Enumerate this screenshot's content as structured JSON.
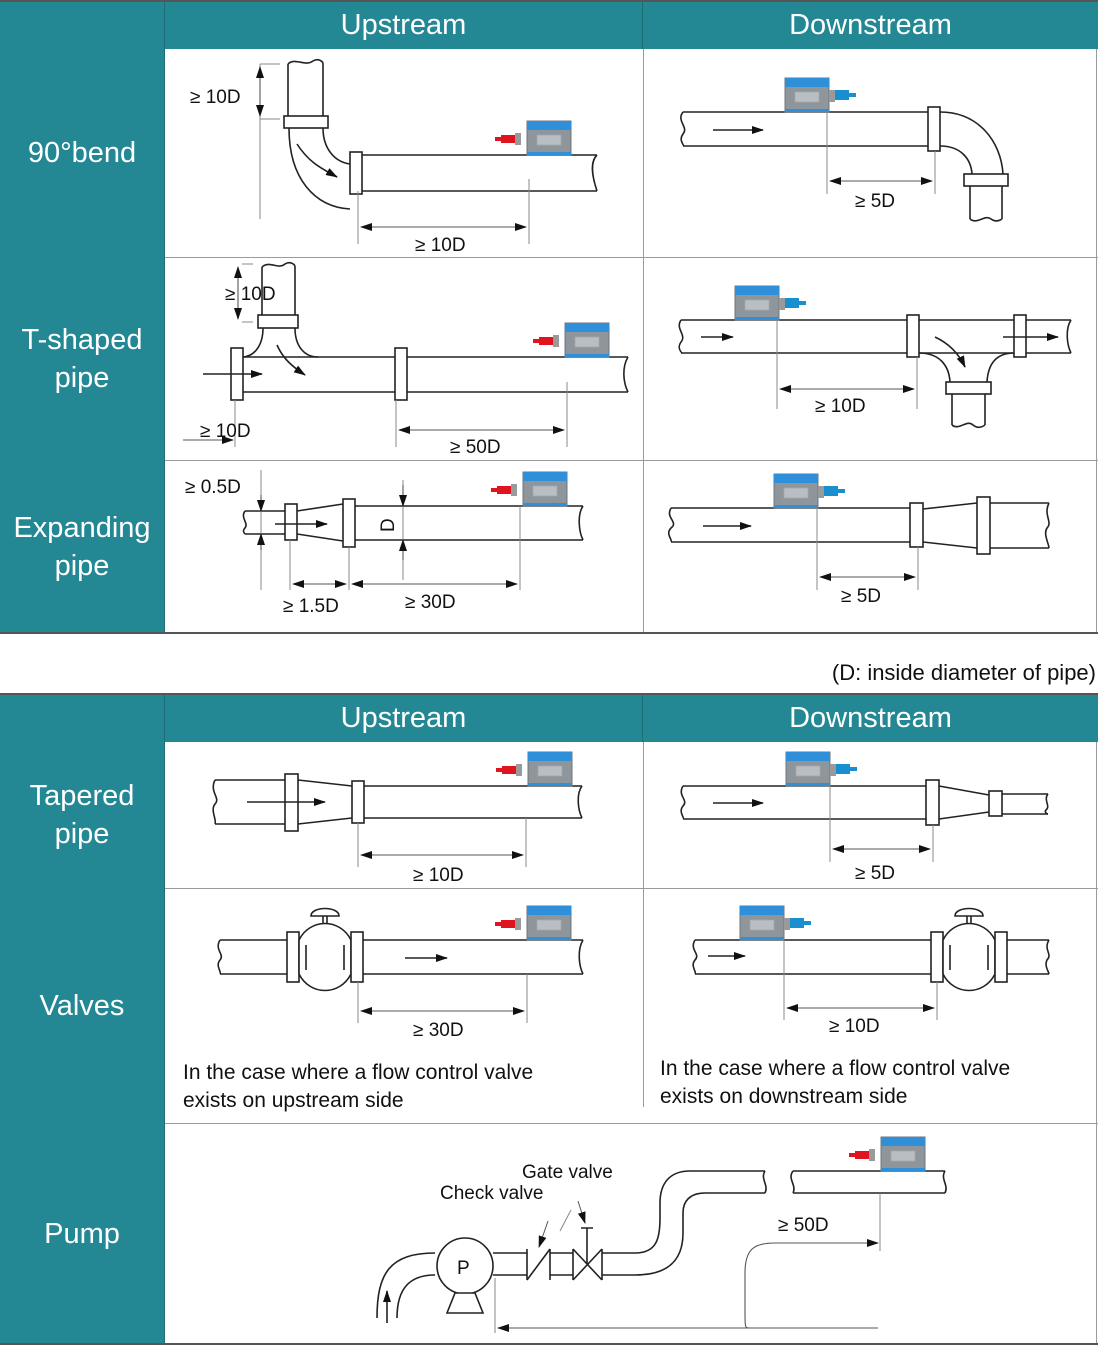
{
  "colors": {
    "header_bg": "#248794",
    "header_text": "#ffffff",
    "sensor_blue": "#2f8fd8",
    "sensor_gray": "#8e959b",
    "connector_red": "#e0141e",
    "connector_blue": "#1a8fd0"
  },
  "table1": {
    "columns": [
      "",
      "Upstream",
      "Downstream"
    ],
    "rows": [
      {
        "label": "90°bend",
        "upstream": {
          "dims": [
            "≥ 10D",
            "≥ 10D"
          ]
        },
        "downstream": {
          "dims": [
            "≥ 5D"
          ]
        }
      },
      {
        "label_lines": [
          "T-shaped",
          "pipe"
        ],
        "upstream": {
          "dims": [
            "≥ 10D",
            "≥ 10D",
            "≥ 50D"
          ]
        },
        "downstream": {
          "dims": [
            "≥ 10D"
          ]
        }
      },
      {
        "label_lines": [
          "Expanding",
          "pipe"
        ],
        "upstream": {
          "dims": [
            "≥ 0.5D",
            "D",
            "≥ 1.5D",
            "≥ 30D"
          ]
        },
        "downstream": {
          "dims": [
            "≥ 5D"
          ]
        }
      }
    ]
  },
  "legend": "(D: inside diameter of pipe)",
  "table2": {
    "columns": [
      "",
      "Upstream",
      "Downstream"
    ],
    "rows": [
      {
        "label_lines": [
          "Tapered",
          "pipe"
        ],
        "upstream": {
          "dims": [
            "≥ 10D"
          ]
        },
        "downstream": {
          "dims": [
            "≥ 5D"
          ]
        }
      },
      {
        "label": "Valves",
        "upstream": {
          "dims": [
            "≥ 30D"
          ],
          "note_lines": [
            "In the case where a flow control valve",
            "exists on upstream side"
          ]
        },
        "downstream": {
          "dims": [
            "≥ 10D"
          ],
          "note_lines": [
            "In the case where a flow control valve",
            "exists on downstream side"
          ]
        }
      },
      {
        "label": "Pump",
        "diagram": {
          "pump_symbol": "P",
          "labels": [
            "Gate valve",
            "Check valve"
          ],
          "dims": [
            "≥ 50D"
          ]
        }
      }
    ]
  }
}
